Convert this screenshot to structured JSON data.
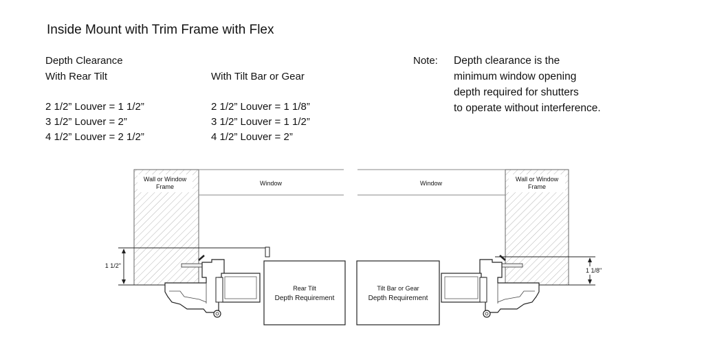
{
  "title": "Inside Mount with Trim Frame with Flex",
  "depth_clearance": {
    "heading": "Depth Clearance",
    "rear_tilt": {
      "heading": "With Rear Tilt",
      "rows": [
        "2 1/2” Louver = 1 1/2”",
        "3 1/2” Louver = 2”",
        "4 1/2” Louver = 2 1/2”"
      ]
    },
    "tilt_bar": {
      "heading": "With Tilt Bar or Gear",
      "rows": [
        "2 1/2” Louver = 1 1/8”",
        "3 1/2” Louver = 1 1/2”",
        "4 1/2” Louver = 2”"
      ]
    }
  },
  "note": {
    "label": "Note:",
    "lines": [
      "Depth clearance is the",
      "minimum window opening",
      "depth required for shutters",
      "to operate without interference."
    ]
  },
  "diagram": {
    "left": {
      "wall_label_1": "Wall or Window",
      "wall_label_2": "Frame",
      "window_label": "Window",
      "panel_label_1": "Rear Tilt",
      "panel_label_2": "Depth Requirement",
      "dimension": "1 1/2\""
    },
    "right": {
      "wall_label_1": "Wall or Window",
      "wall_label_2": "Frame",
      "window_label": "Window",
      "panel_label_1": "Tilt Bar or Gear",
      "panel_label_2": "Depth Requirement",
      "dimension": "1 1/8\""
    }
  }
}
